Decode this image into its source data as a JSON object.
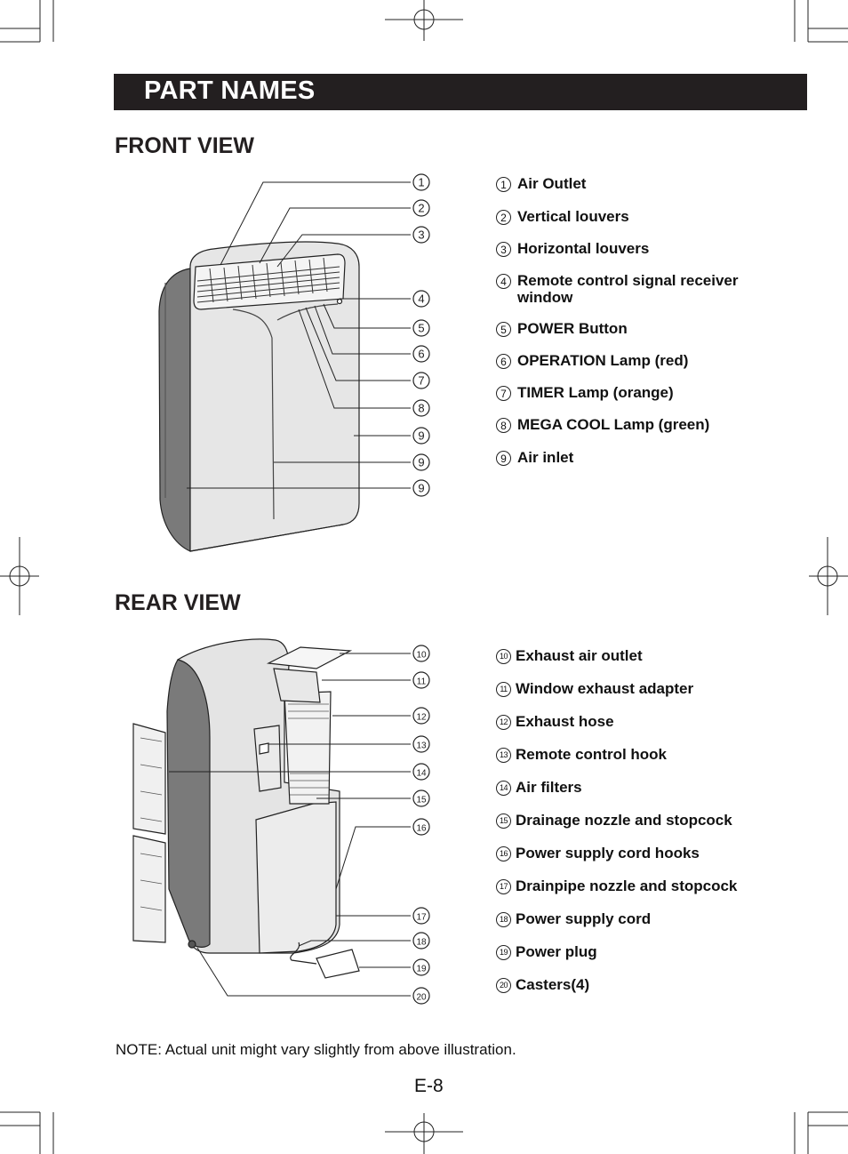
{
  "title": "PART NAMES",
  "front": {
    "heading": "FRONT VIEW",
    "callouts": [
      "1",
      "2",
      "3",
      "4",
      "5",
      "6",
      "7",
      "8",
      "9",
      "9",
      "9"
    ],
    "items": [
      {
        "num": "1",
        "label": "Air Outlet"
      },
      {
        "num": "2",
        "label": "Vertical louvers"
      },
      {
        "num": "3",
        "label": "Horizontal louvers"
      },
      {
        "num": "4",
        "label": "Remote control signal receiver window"
      },
      {
        "num": "5",
        "label": "POWER Button"
      },
      {
        "num": "6",
        "label": "OPERATION Lamp (red)"
      },
      {
        "num": "7",
        "label": "TIMER Lamp (orange)"
      },
      {
        "num": "8",
        "label": "MEGA COOL Lamp (green)"
      },
      {
        "num": "9",
        "label": "Air inlet"
      }
    ]
  },
  "rear": {
    "heading": "REAR VIEW",
    "callouts": [
      "10",
      "11",
      "12",
      "13",
      "14",
      "15",
      "16",
      "17",
      "18",
      "19",
      "20"
    ],
    "items": [
      {
        "num": "10",
        "label": "Exhaust air outlet"
      },
      {
        "num": "11",
        "label": "Window exhaust adapter"
      },
      {
        "num": "12",
        "label": "Exhaust hose"
      },
      {
        "num": "13",
        "label": "Remote control hook"
      },
      {
        "num": "14",
        "label": "Air filters"
      },
      {
        "num": "15",
        "label": "Drainage nozzle and stopcock"
      },
      {
        "num": "16",
        "label": "Power supply cord hooks"
      },
      {
        "num": "17",
        "label": "Drainpipe nozzle and stopcock"
      },
      {
        "num": "18",
        "label": "Power supply cord"
      },
      {
        "num": "19",
        "label": "Power plug"
      },
      {
        "num": "20",
        "label": "Casters(4)"
      }
    ]
  },
  "note": "NOTE:  Actual unit might vary slightly from above illustration.",
  "page_number": "E-8"
}
